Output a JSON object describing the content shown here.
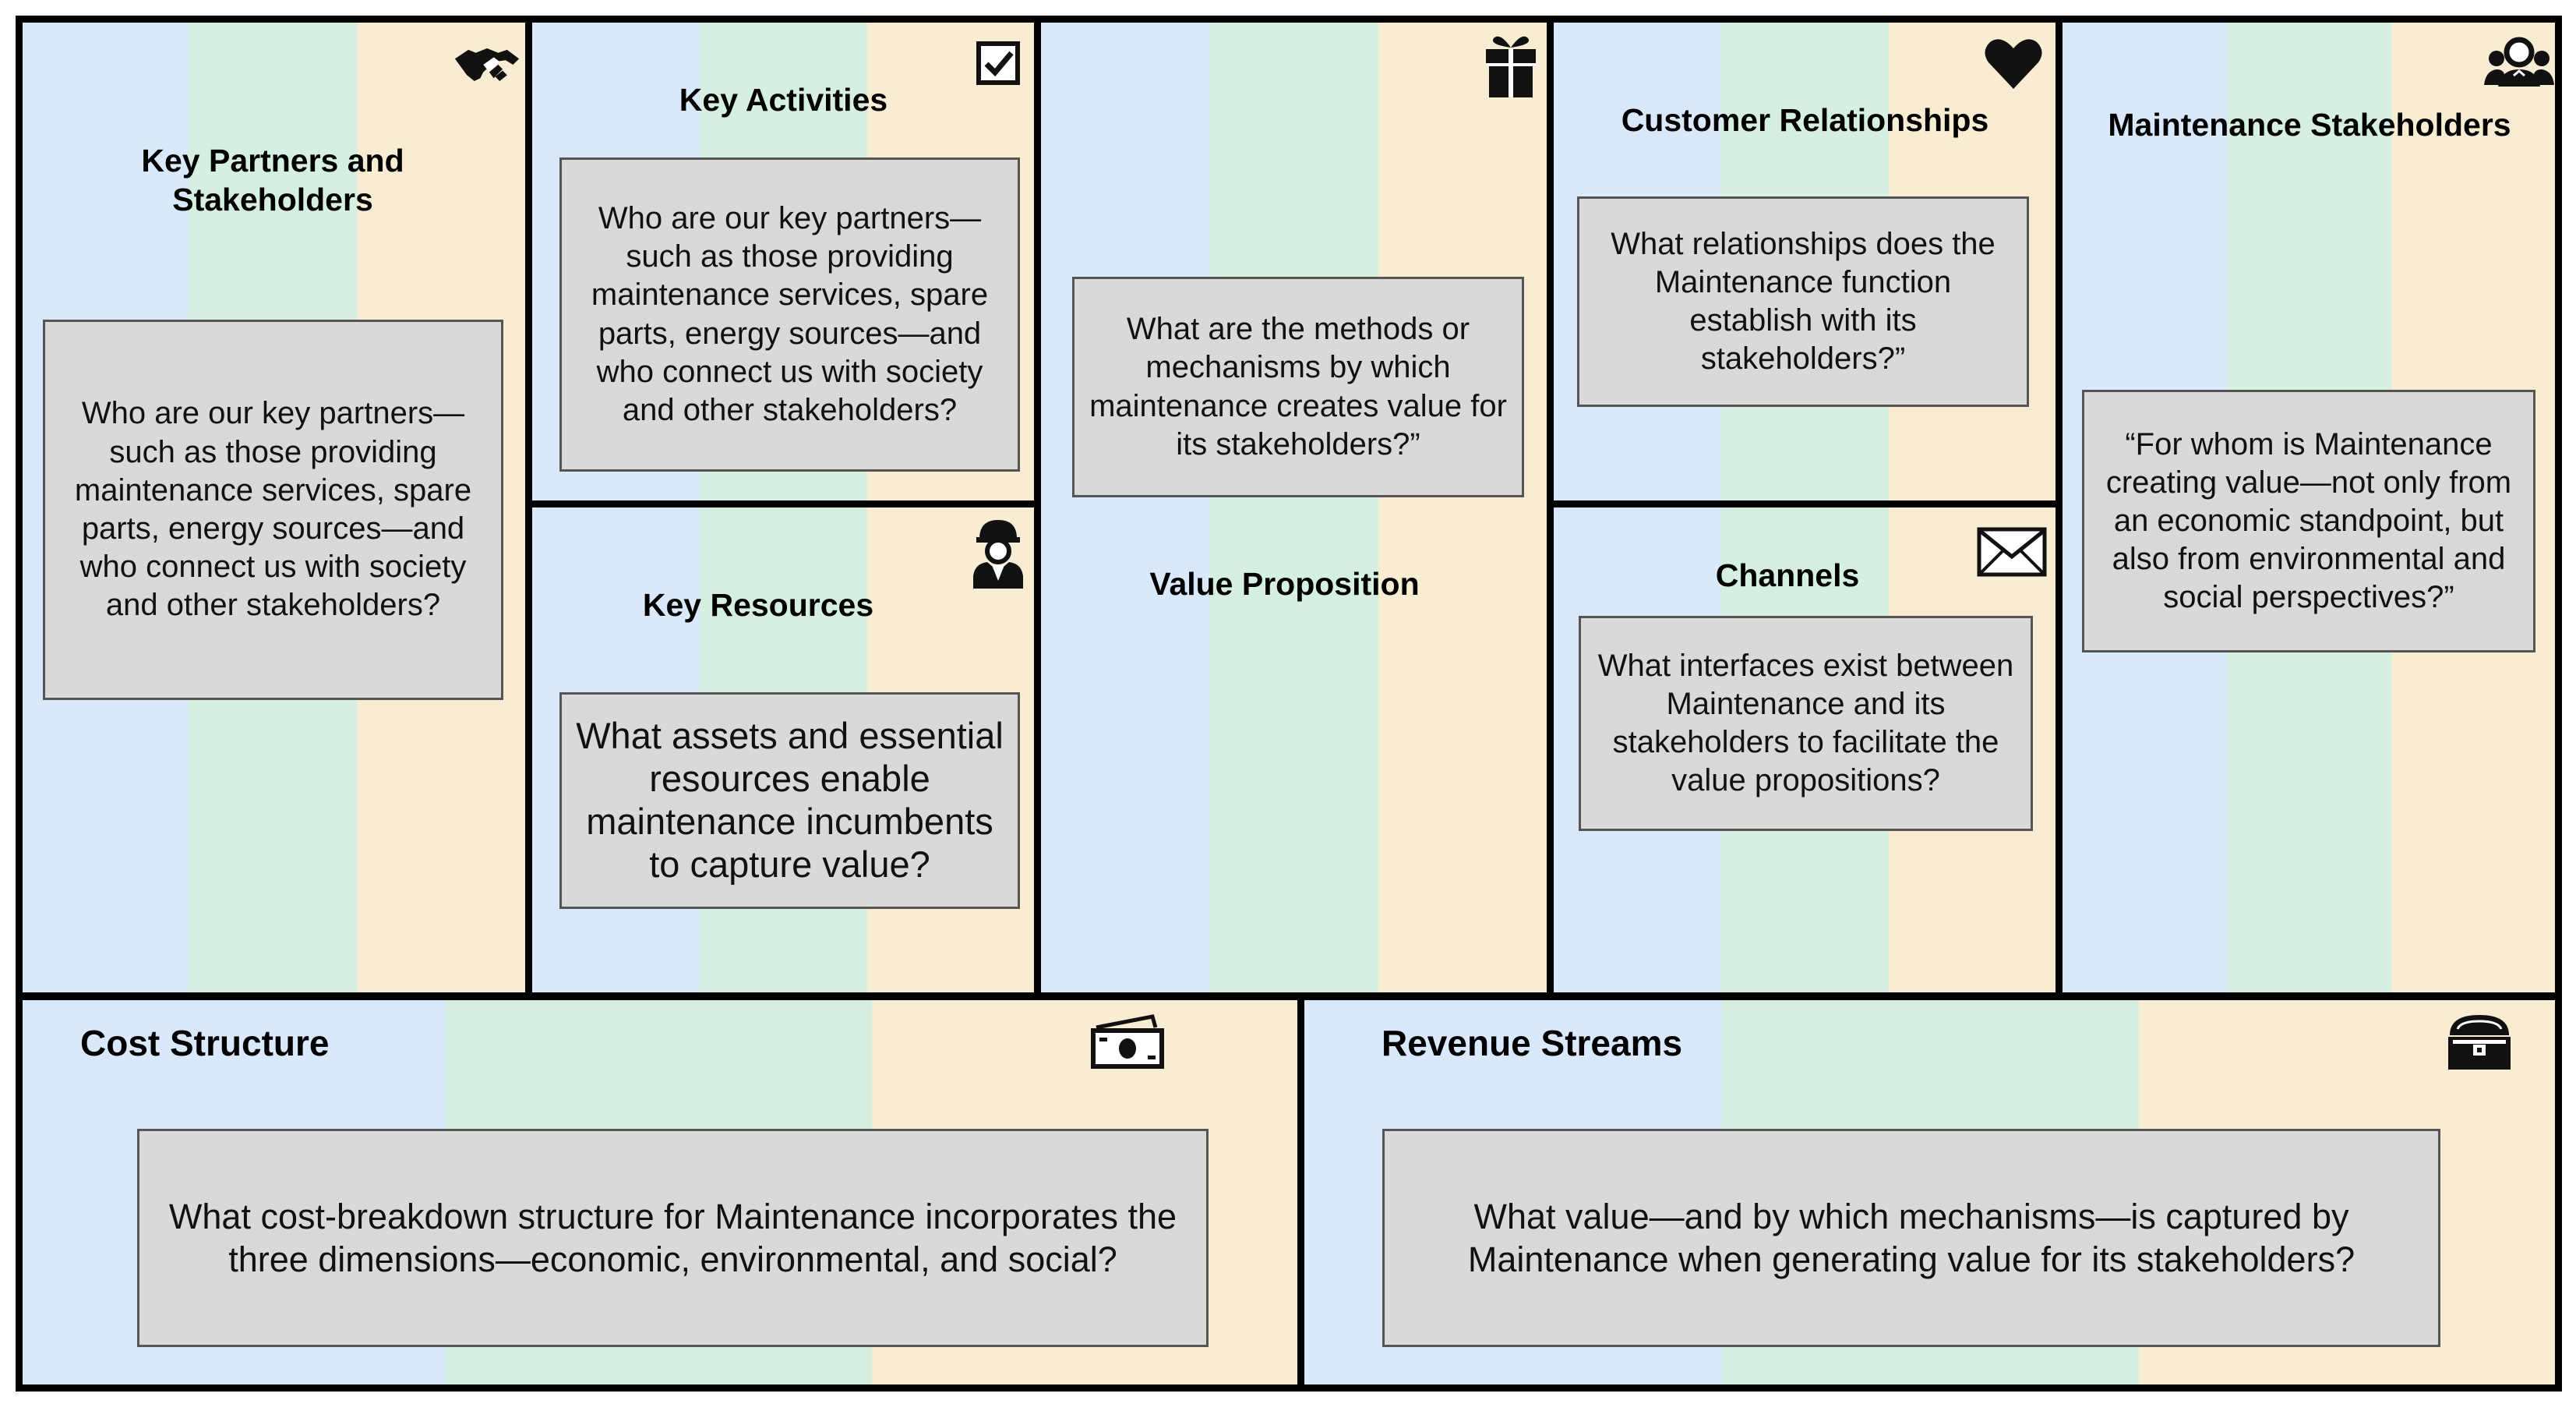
{
  "colors": {
    "blue": "#dae8fc",
    "green": "#d5f0e0",
    "beige": "#f8ecd2",
    "border": "#000000",
    "box_fill": "#d9d9d9",
    "box_border": "#555555"
  },
  "blocks": {
    "key_partners": {
      "title": "Key Partners and\nStakeholders",
      "question": "Who are our key partners—such as those providing maintenance services, spare parts, energy sources—and who connect us with society and other stakeholders?",
      "icon": "handshake-icon"
    },
    "key_activities": {
      "title": "Key Activities",
      "question": "Who are our key partners—such as those providing maintenance services, spare parts, energy sources—and who connect us with society and other stakeholders?",
      "icon": "checkbox-icon"
    },
    "key_resources": {
      "title": "Key Resources",
      "question": "What assets and essential resources enable maintenance incumbents to capture value?",
      "icon": "worker-icon"
    },
    "value_proposition": {
      "title": "Value Proposition",
      "question": "What are the methods or mechanisms by which maintenance creates value for its stakeholders?”",
      "icon": "gift-icon"
    },
    "customer_relationships": {
      "title": "Customer Relationships",
      "question": "What relationships does the Maintenance function establish with its stakeholders?”",
      "icon": "heart-icon"
    },
    "channels": {
      "title": "Channels",
      "question": "What interfaces exist between Maintenance and its stakeholders to facilitate the value propositions?",
      "icon": "envelope-icon"
    },
    "maintenance_stakeholders": {
      "title": "Maintenance Stakeholders",
      "question": "“For whom is Maintenance creating value—not only from an economic standpoint, but also from environmental and social perspectives?”",
      "icon": "people-icon"
    },
    "cost_structure": {
      "title": "Cost Structure",
      "question": "What cost-breakdown structure for Maintenance incorporates the three dimensions—economic, environmental, and social?",
      "icon": "money-icon"
    },
    "revenue_streams": {
      "title": "Revenue Streams",
      "question": "What value—and by which mechanisms—is captured by Maintenance when generating value for its stakeholders?",
      "icon": "treasure-chest-icon"
    }
  }
}
